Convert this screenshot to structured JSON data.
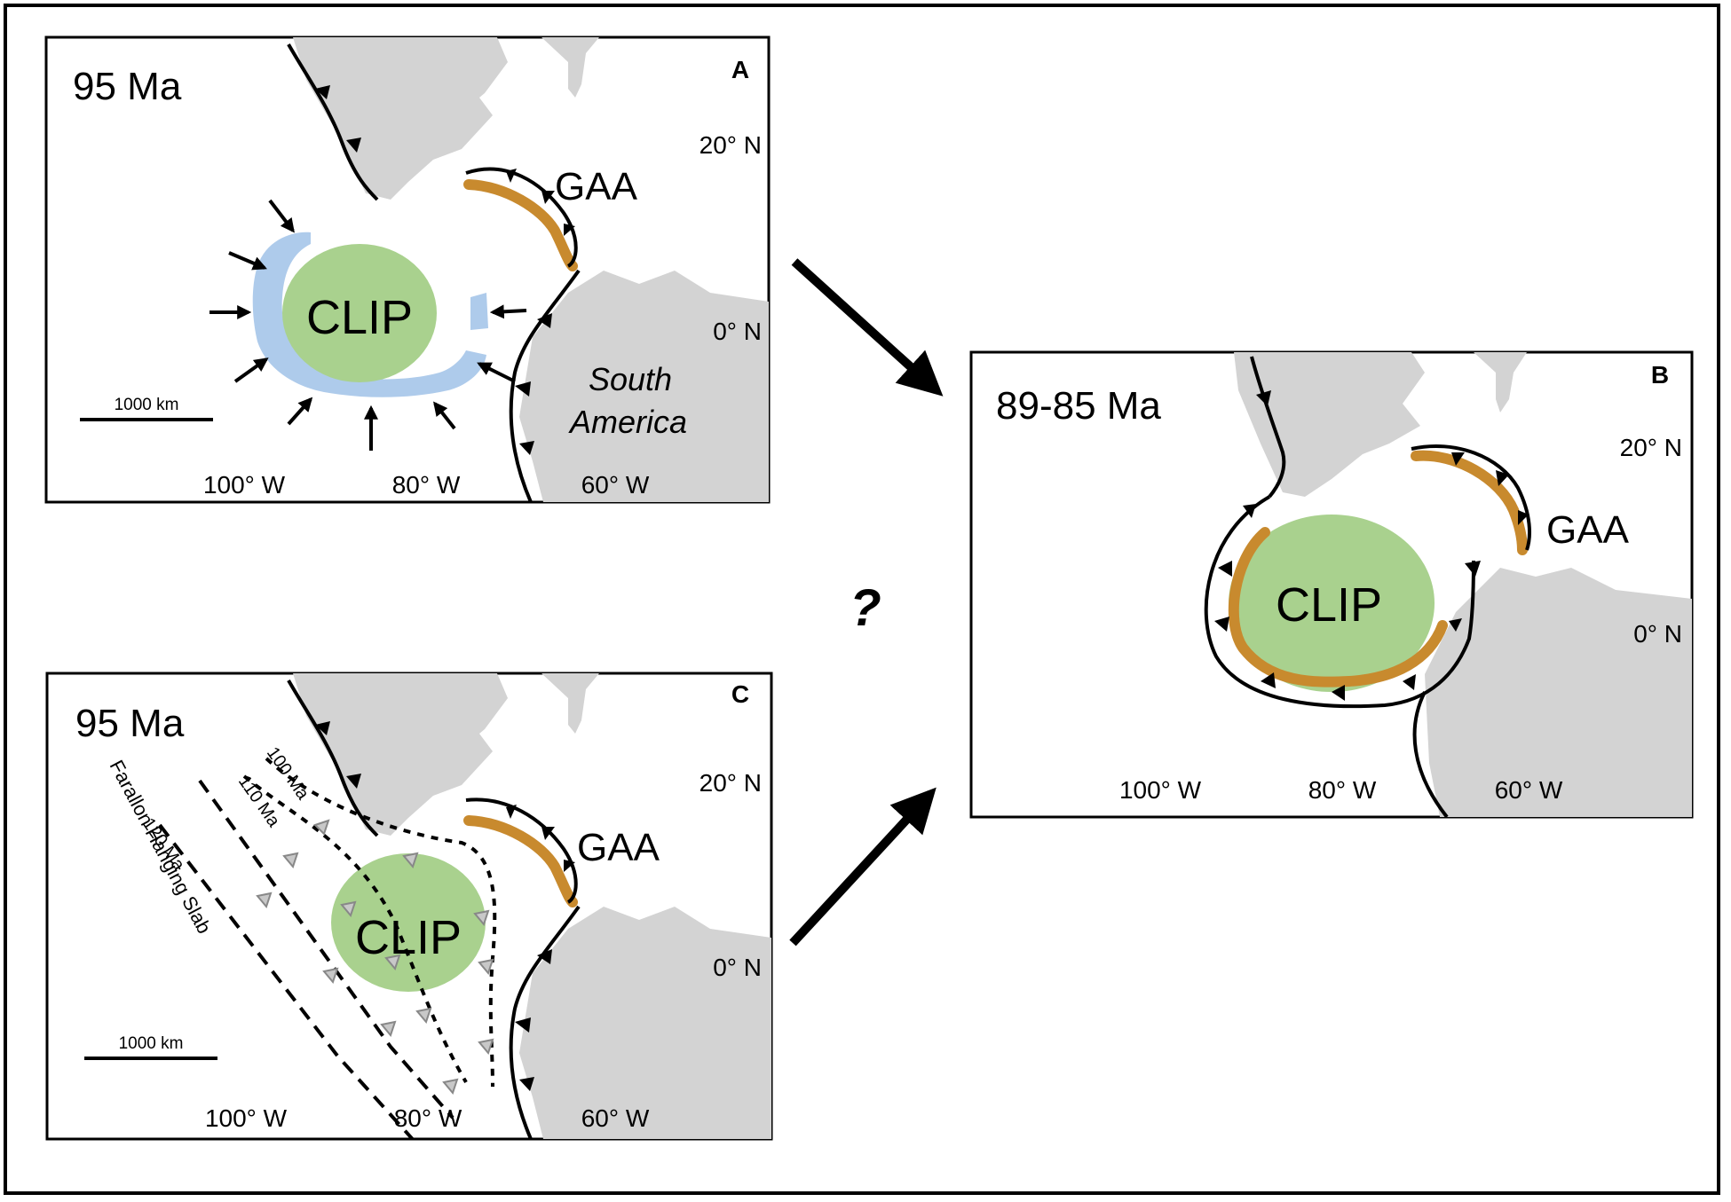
{
  "question_mark": "?",
  "panels": {
    "a": {
      "letter": "A",
      "age": "95 Ma",
      "lat_top": "20° N",
      "lat_mid": "0° N",
      "lon_left": "100° W",
      "lon_mid": "80° W",
      "lon_right": "60° W",
      "gaa": "GAA",
      "clip": "CLIP",
      "south_america_line1": "South",
      "south_america_line2": "America",
      "scale": "1000 km"
    },
    "b": {
      "letter": "B",
      "age": "89-85  Ma",
      "lat_top": "20° N",
      "lat_mid": "0° N",
      "lon_left": "100° W",
      "lon_mid": "80° W",
      "lon_right": "60° W",
      "gaa": "GAA",
      "clip": "CLIP"
    },
    "c": {
      "letter": "C",
      "age": "95 Ma",
      "lat_top": "20° N",
      "lat_mid": "0° N",
      "lon_left": "100° W",
      "lon_mid": "80° W",
      "lon_right": "60° W",
      "gaa": "GAA",
      "clip": "CLIP",
      "scale": "1000 km",
      "slab_100": "100 Ma",
      "slab_110": "110 Ma",
      "slab_120": "120 Ma",
      "slab_name": "Farallon Hanging Slab"
    }
  },
  "colors": {
    "land": "#d3d3d3",
    "clip_plateau": "#a9d18e",
    "arc": "#c88a2e",
    "compression_zone": "#aecbeb"
  }
}
